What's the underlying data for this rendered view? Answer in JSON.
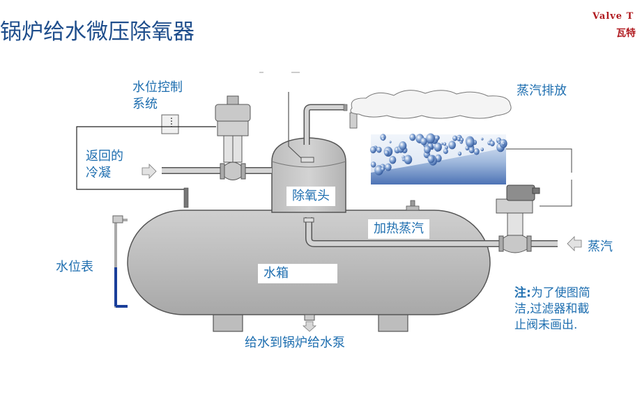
{
  "title": "锅炉给水微压除氧器",
  "brand": {
    "line1": "Valve T",
    "line2": "瓦特"
  },
  "labels": {
    "level_control_1": "水位控制",
    "level_control_2": "系统",
    "return_1": "返回的",
    "return_2": "冷凝",
    "steam_vent": "蒸汽排放",
    "deaerator_head": "除氧头",
    "heating_steam": "加热蒸汽",
    "steam": "蒸汽",
    "level_gauge": "水位表",
    "water_tank": "水箱",
    "feed_to_pump": "给水到锅炉给水泵"
  },
  "note": {
    "prefix": "注:",
    "line1": "为了使图简",
    "line2": "洁,过滤器和截",
    "line3": "止阀未画出."
  },
  "colors": {
    "title": "#1f4e8c",
    "label": "#1f6fb0",
    "brand": "#b0191e",
    "vessel": "#b4b4b4",
    "level_line": "#1a3f9a"
  }
}
